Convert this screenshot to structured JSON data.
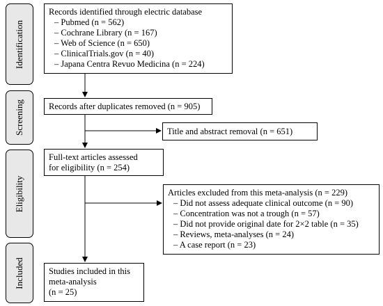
{
  "phases": [
    {
      "id": "identification",
      "label": "Identification"
    },
    {
      "id": "screening",
      "label": "Screening"
    },
    {
      "id": "eligibility",
      "label": "Eligibility"
    },
    {
      "id": "included",
      "label": "Included"
    }
  ],
  "boxes": {
    "identified": {
      "title": "Records identified through electric database",
      "items": [
        {
          "name": "Pubmed",
          "count": "(n = 562)"
        },
        {
          "name": "Cochrane Library",
          "count": "(n = 167)"
        },
        {
          "name": "Web of Science",
          "count": "(n = 650)"
        },
        {
          "name": "ClinicalTrials.gov",
          "count": "(n = 40)"
        },
        {
          "name": "Japana Centra Revuo Medicina",
          "count": "(n = 224)"
        }
      ]
    },
    "after_duplicates": {
      "text": "Records after duplicates removed (n = 905)"
    },
    "title_abstract": {
      "text": "Title and abstract removal (n = 651)"
    },
    "fulltext": {
      "line1": "Full-text articles assessed",
      "line2": "for eligibility (n = 254)"
    },
    "excluded": {
      "title": "Articles excluded from this meta-analysis (n = 229)",
      "items": [
        {
          "name": "Did not assess adequate clinical outcome",
          "count": "(n = 90)"
        },
        {
          "name": "Concentration was not a trough",
          "count": "(n = 57)"
        },
        {
          "name": "Did not provide original date for 2×2 table",
          "count": "(n = 35)"
        },
        {
          "name": "Reviews, meta-analyses",
          "count": "(n = 24)"
        },
        {
          "name": "A case report",
          "count": "(n = 23)"
        }
      ]
    },
    "included": {
      "line1": "Studies included in this",
      "line2": "meta-analysis",
      "line3": "(n = 25)"
    }
  }
}
